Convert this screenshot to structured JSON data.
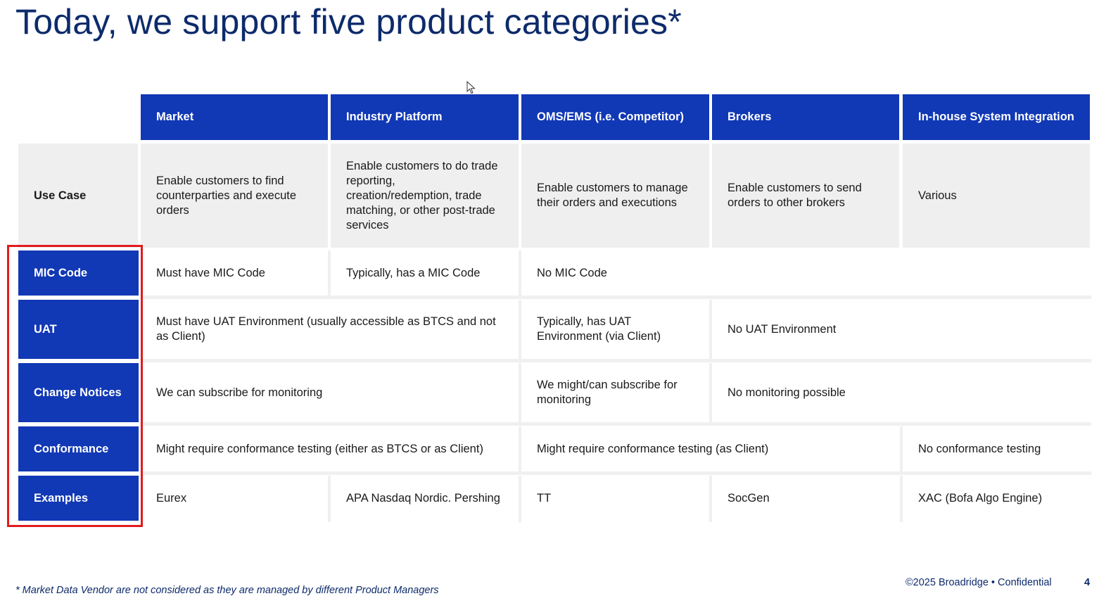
{
  "title": "Today, we support five product categories*",
  "columns": [
    "Market",
    "Industry Platform",
    "OMS/EMS (i.e. Competitor)",
    "Brokers",
    "In-house System Integration"
  ],
  "use_case": {
    "label": "Use Case",
    "market": "Enable customers to find counterparties and execute orders",
    "industry_platform": "Enable customers to do trade reporting, creation/redemption, trade matching, or other post-trade services",
    "oms_ems": "Enable customers to manage their orders and executions",
    "brokers": "Enable customers to send orders to other brokers",
    "in_house": "Various"
  },
  "mic_code": {
    "label": "MIC Code",
    "market": "Must have MIC Code",
    "industry_platform": "Typically, has a MIC Code",
    "rest": "No MIC Code"
  },
  "uat": {
    "label": "UAT",
    "market_platform": "Must have UAT Environment (usually accessible as BTCS and not as Client)",
    "oms_ems": "Typically, has UAT Environment (via Client)",
    "rest": "No UAT Environment"
  },
  "change_notices": {
    "label": "Change Notices",
    "market_platform": "We can subscribe for monitoring",
    "oms_ems": "We might/can subscribe for monitoring",
    "rest": "No monitoring possible"
  },
  "conformance": {
    "label": "Conformance",
    "market_platform": "Might require conformance testing (either as BTCS or as Client)",
    "oms_brokers": "Might require conformance testing (as Client)",
    "in_house": "No conformance testing"
  },
  "examples": {
    "label": "Examples",
    "market": "Eurex",
    "industry_platform": "APA Nasdaq Nordic. Pershing",
    "oms_ems": "TT",
    "brokers": "SocGen",
    "in_house": "XAC (Bofa Algo Engine)"
  },
  "footnote": "* Market Data Vendor are not considered as they are managed by different Product Managers",
  "copyright": "©2025 Broadridge  •  Confidential",
  "page_number": "4",
  "colors": {
    "header_blue": "#1138b5",
    "title_navy": "#0d2b6b",
    "highlight_red": "#e21b1b",
    "grey_cell": "#efefef"
  }
}
